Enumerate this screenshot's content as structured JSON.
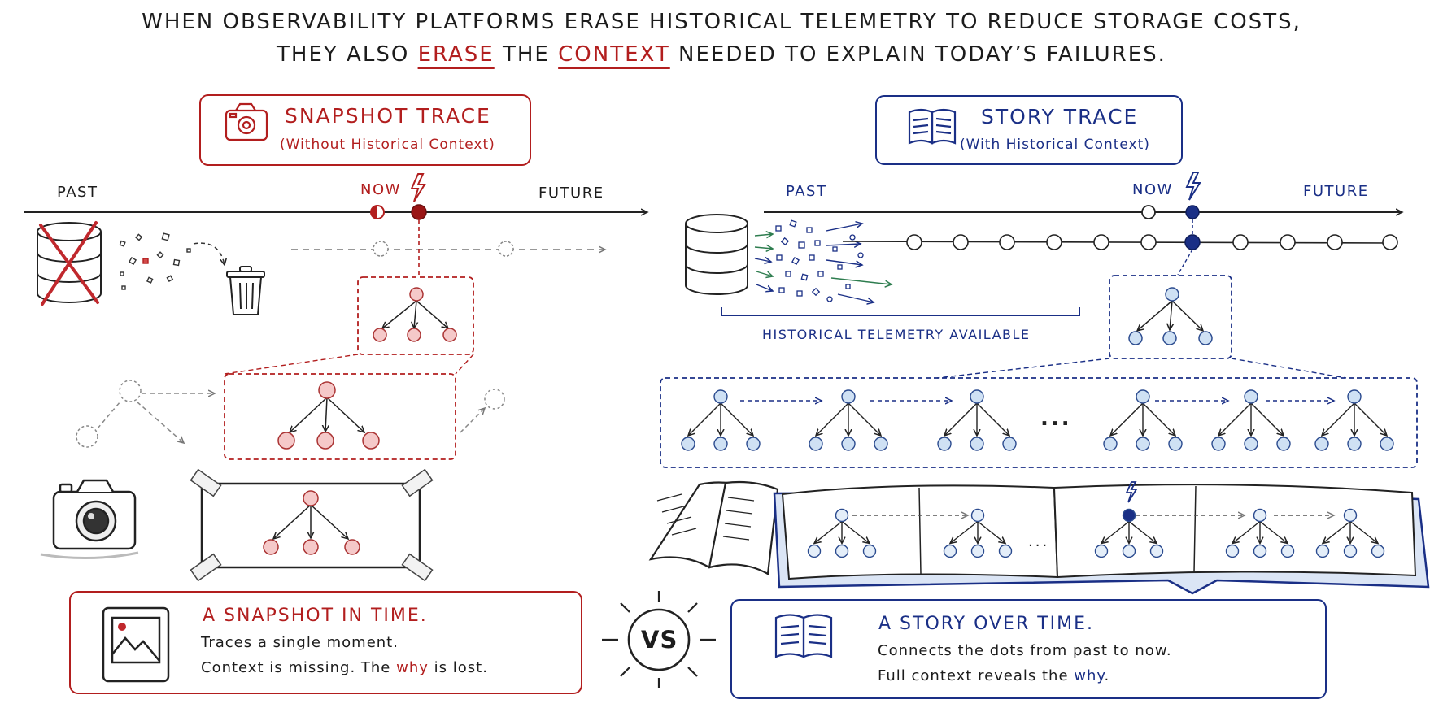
{
  "headline": {
    "line1": "WHEN OBSERVABILITY PLATFORMS ERASE HISTORICAL TELEMETRY TO REDUCE STORAGE COSTS,",
    "line2_pre": "THEY ALSO",
    "line2_erase": "ERASE",
    "line2_the": "THE",
    "line2_context": "CONTEXT",
    "line2_post": "NEEDED TO EXPLAIN TODAY’S FAILURES."
  },
  "snapshot": {
    "title": "SNAPSHOT TRACE",
    "subtitle": "(Without Historical Context)",
    "timeline": {
      "past": "PAST",
      "now": "NOW",
      "future": "FUTURE"
    },
    "caption": {
      "title": "A SNAPSHOT IN TIME.",
      "line1": "Traces a single moment.",
      "line2_pre": "Context is missing. The",
      "line2_why": "why",
      "line2_post": "is lost."
    }
  },
  "story": {
    "title": "STORY TRACE",
    "subtitle": "(With Historical Context)",
    "timeline": {
      "past": "PAST",
      "now": "NOW",
      "future": "FUTURE"
    },
    "historical_label": "HISTORICAL TELEMETRY AVAILABLE",
    "ellipsis": "...",
    "caption": {
      "title": "A STORY OVER TIME.",
      "line1": "Connects the dots from past to now.",
      "line2_pre": "Full context reveals the",
      "line2_why": "why",
      "line2_post": "."
    }
  },
  "vs_label": "VS",
  "colors": {
    "red": "#b21e1e",
    "blue": "#1a2f86",
    "ink": "#1c1c1c"
  },
  "icons": [
    "camera-icon",
    "book-icon",
    "database-icon",
    "trash-icon",
    "lightning-icon",
    "picture-icon"
  ]
}
